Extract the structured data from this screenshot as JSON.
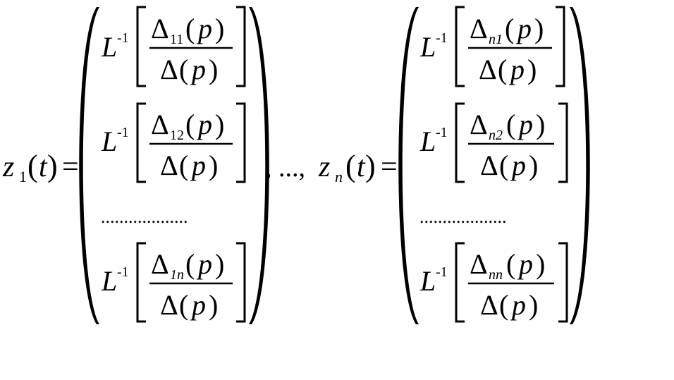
{
  "equation": {
    "left_vector": {
      "lhs": {
        "var": "z",
        "sub": "1",
        "arg": "t"
      },
      "entries": [
        {
          "op": "L",
          "sup": "-1",
          "num_sym": "Δ",
          "num_sub": "11",
          "num_arg": "p",
          "den_sym": "Δ",
          "den_arg": "p"
        },
        {
          "op": "L",
          "sup": "-1",
          "num_sym": "Δ",
          "num_sub": "12",
          "num_arg": "p",
          "den_sym": "Δ",
          "den_arg": "p"
        },
        {
          "op": "L",
          "sup": "-1",
          "num_sym": "Δ",
          "num_sub": "1n",
          "num_arg": "p",
          "den_sym": "Δ",
          "den_arg": "p"
        }
      ],
      "dots": "..................."
    },
    "separator": ", ..., ",
    "right_vector": {
      "lhs": {
        "var": "z",
        "sub": "n",
        "arg": "t"
      },
      "entries": [
        {
          "op": "L",
          "sup": "-1",
          "num_sym": "Δ",
          "num_sub": "n1",
          "num_arg": "p",
          "den_sym": "Δ",
          "den_arg": "p"
        },
        {
          "op": "L",
          "sup": "-1",
          "num_sym": "Δ",
          "num_sub": "n2",
          "num_arg": "p",
          "den_sym": "Δ",
          "den_arg": "p"
        },
        {
          "op": "L",
          "sup": "-1",
          "num_sym": "Δ",
          "num_sub": "nn",
          "num_arg": "p",
          "den_sym": "Δ",
          "den_arg": "p"
        }
      ],
      "dots": "..................."
    },
    "equals": "="
  }
}
